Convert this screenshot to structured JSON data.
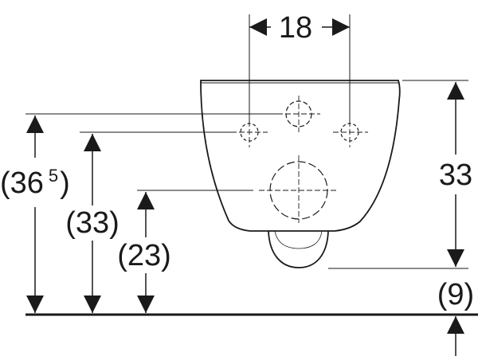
{
  "dimensions": {
    "top_width": "18",
    "right_height": "33",
    "right_bottom": "(9)",
    "left_outer_main": "(36",
    "left_outer_sup": "5",
    "left_outer_close": ")",
    "left_mid": "(33)",
    "left_inner": "(23)"
  },
  "colors": {
    "line": "#1a1a1a",
    "background": "#ffffff"
  }
}
